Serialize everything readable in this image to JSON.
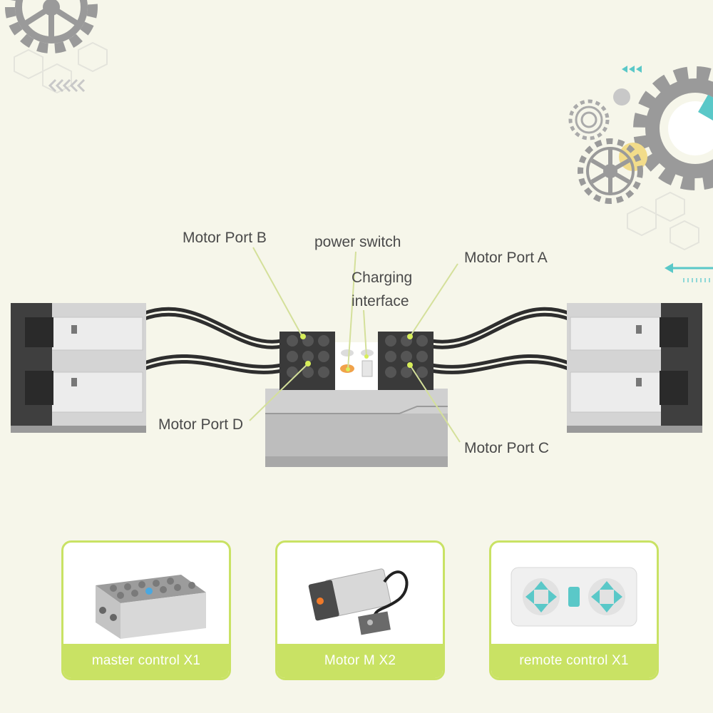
{
  "callouts": {
    "motor_port_b": "Motor Port B",
    "power_switch": "power switch",
    "charging_interface": [
      "Charging",
      "interface"
    ],
    "motor_port_a": "Motor Port A",
    "motor_port_d": "Motor Port D",
    "motor_port_c": "Motor Port C"
  },
  "components": [
    {
      "label": "master control X1"
    },
    {
      "label": "Motor M X2"
    },
    {
      "label": "remote control X1"
    }
  ],
  "colors": {
    "background": "#f6f6ea",
    "card_accent": "#c9e264",
    "leader_line": "#d4e09a",
    "port_dot": "#d7ee5a",
    "teal_accent": "#5ac8c8",
    "gear_grey": "#9a9a9a",
    "brick_grey": "#b5b5b5",
    "dark_grey": "#3f3f3f"
  }
}
